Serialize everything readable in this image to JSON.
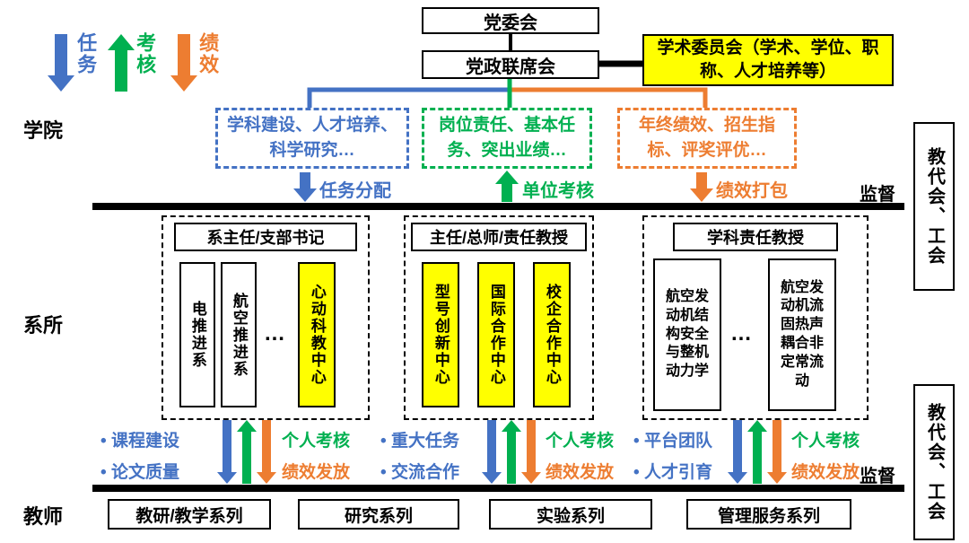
{
  "colors": {
    "task_blue": "#4472C4",
    "assessment_green": "#00B050",
    "performance_orange": "#ED7D31",
    "highlight_yellow": "#FFFF00",
    "bar_black": "#000000"
  },
  "legend": [
    {
      "label": "任务",
      "direction": "down",
      "color": "#4472C4"
    },
    {
      "label": "考核",
      "direction": "up",
      "color": "#00B050"
    },
    {
      "label": "绩效",
      "direction": "down",
      "color": "#ED7D31"
    }
  ],
  "top": {
    "party_committee": "党委会",
    "joint_meeting": "党政联席会",
    "academic_committee": "学术委员会（学术、学位、职称、人才培养等）"
  },
  "row_labels": {
    "college": "学院",
    "departments": "系所",
    "teachers": "教师"
  },
  "college_level": {
    "task_box": "学科建设、人才培养、科学研究…",
    "task_arrow_label": "任务分配",
    "assessment_box": "岗位责任、基本任务、突出业绩…",
    "assessment_arrow_label": "单位考核",
    "performance_box": "年终绩效、招生指标、评奖评优…",
    "performance_arrow_label": "绩效打包"
  },
  "supervision_label": "监督",
  "side_panel_label": "教代会、工会",
  "department_groups": [
    {
      "header": "系主任/支部书记",
      "items": [
        {
          "text": "电推进系",
          "highlighted": false
        },
        {
          "text": "航空推进系",
          "highlighted": false
        },
        {
          "text": "…"
        },
        {
          "text": "心动科教中心",
          "highlighted": true
        }
      ]
    },
    {
      "header": "主任/总师/责任教授",
      "items": [
        {
          "text": "型号创新中心",
          "highlighted": true
        },
        {
          "text": "国际合作中心",
          "highlighted": true
        },
        {
          "text": "校企合作中心",
          "highlighted": true
        }
      ]
    },
    {
      "header": "学科责任教授",
      "items": [
        {
          "text": "航空发动机结构安全与整机动力学",
          "highlighted": false
        },
        {
          "text": "…"
        },
        {
          "text": "航空发动机流固热声耦合非定常流动",
          "highlighted": false
        }
      ]
    }
  ],
  "teacher_flows": [
    {
      "bullets": [
        "课程建设",
        "论文质量"
      ],
      "assessment_label": "个人考核",
      "performance_label": "绩效发放"
    },
    {
      "bullets": [
        "重大任务",
        "交流合作"
      ],
      "assessment_label": "个人考核",
      "performance_label": "绩效发放"
    },
    {
      "bullets": [
        "平台团队",
        "人才引育"
      ],
      "assessment_label": "个人考核",
      "performance_label": "绩效发放"
    }
  ],
  "teacher_series": [
    "教研/教学系列",
    "研究系列",
    "实验系列",
    "管理服务系列"
  ]
}
